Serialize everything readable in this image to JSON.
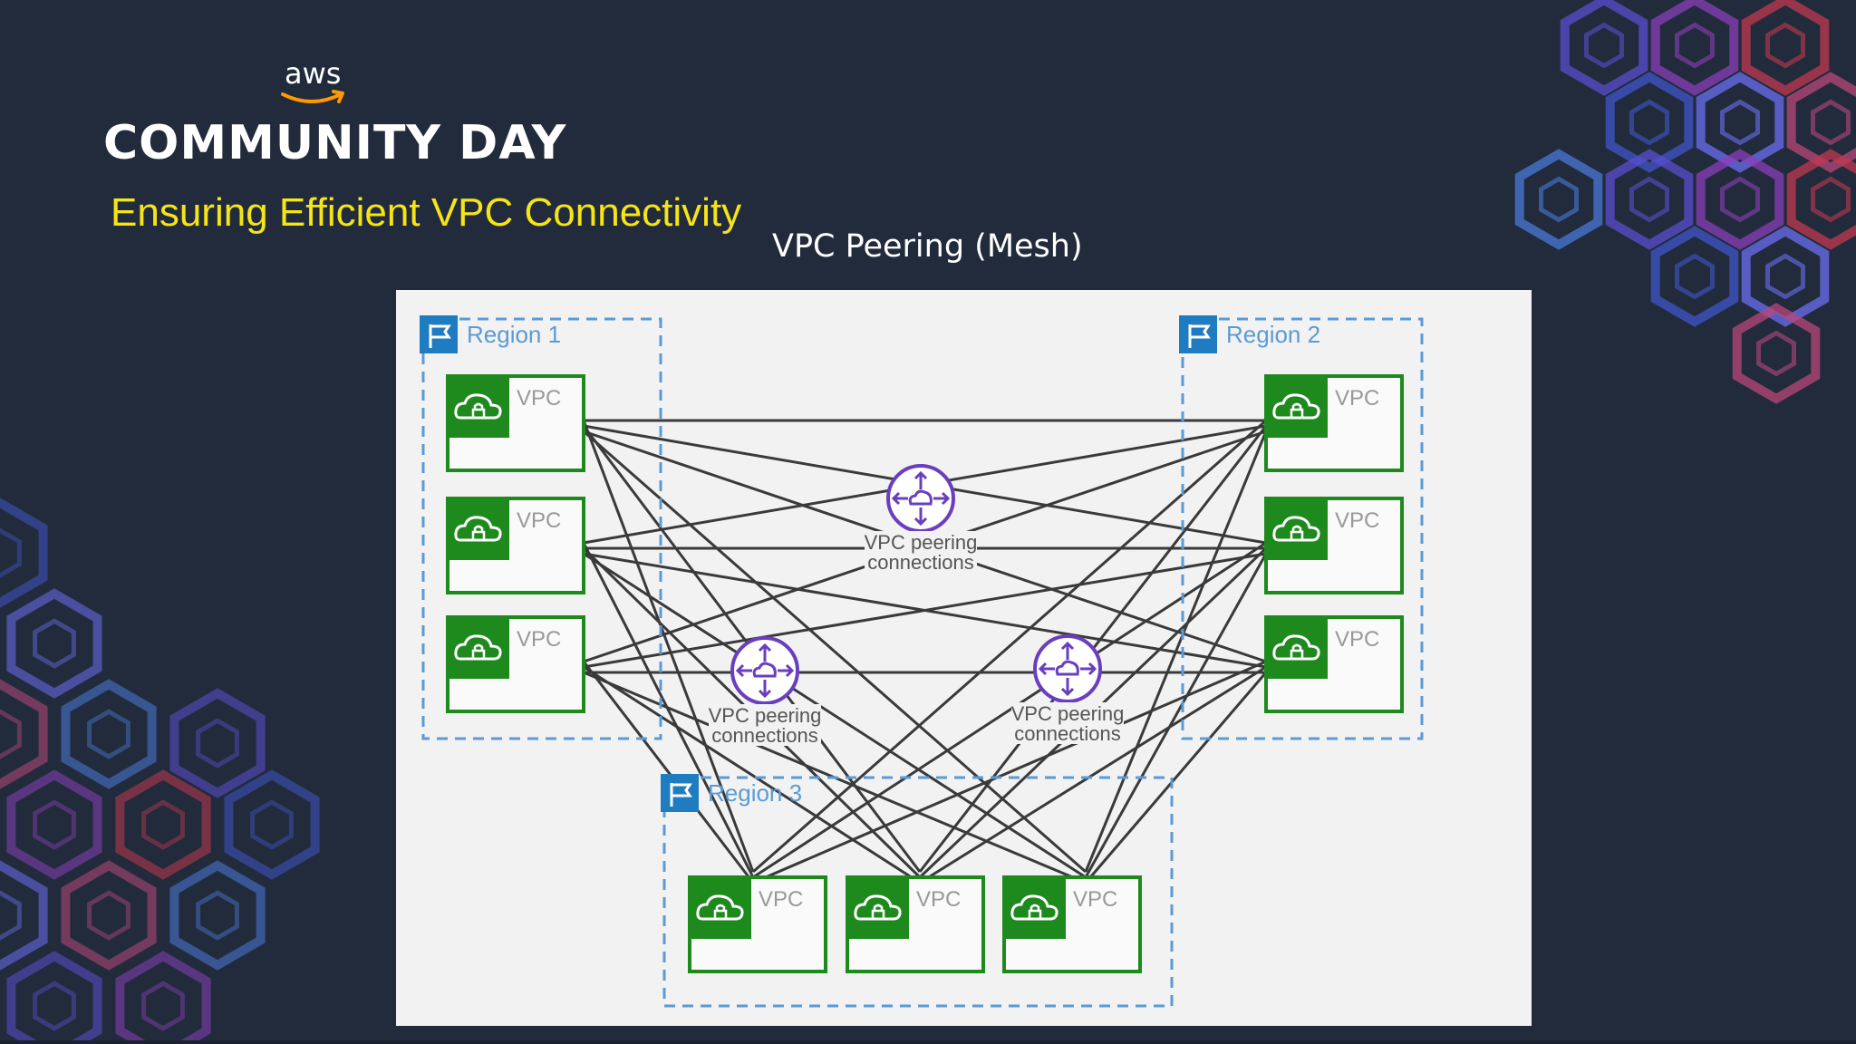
{
  "brand": {
    "logo_text": "aws",
    "event_title": "COMMUNITY DAY"
  },
  "slide": {
    "title": "Ensuring Efficient VPC Connectivity",
    "diagram_heading": "VPC Peering (Mesh)"
  },
  "diagram": {
    "regions": [
      {
        "label": "Region 1",
        "vpcs": [
          "VPC",
          "VPC",
          "VPC"
        ]
      },
      {
        "label": "Region 2",
        "vpcs": [
          "VPC",
          "VPC",
          "VPC"
        ]
      },
      {
        "label": "Region 3",
        "vpcs": [
          "VPC",
          "VPC",
          "VPC"
        ]
      }
    ],
    "peering_hubs": [
      {
        "label_line1": "VPC peering",
        "label_line2": "connections"
      },
      {
        "label_line1": "VPC peering",
        "label_line2": "connections"
      },
      {
        "label_line1": "VPC peering",
        "label_line2": "connections"
      }
    ],
    "colors": {
      "vpc_green": "#1e8a1e",
      "region_blue": "#1f7cc1",
      "hub_purple": "#6a3fbf",
      "line_gray": "#3a3a3a",
      "title_yellow": "#f5e416"
    }
  }
}
